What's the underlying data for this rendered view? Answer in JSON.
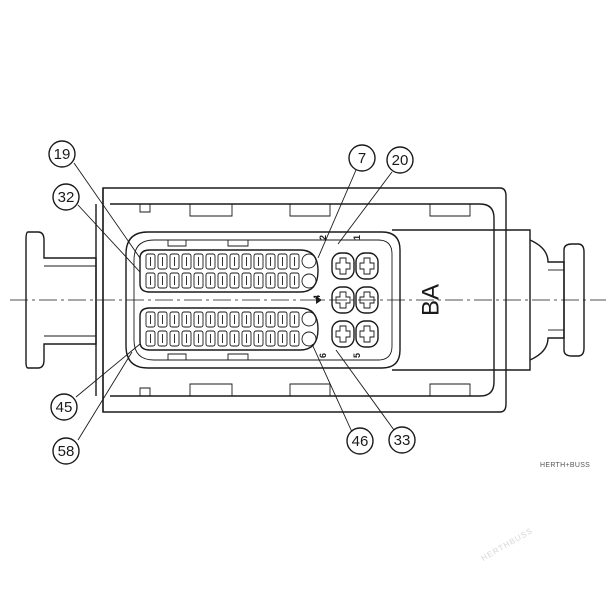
{
  "diagram": {
    "callouts": [
      {
        "id": "c19",
        "label": "19"
      },
      {
        "id": "c32",
        "label": "32"
      },
      {
        "id": "c7",
        "label": "7"
      },
      {
        "id": "c20",
        "label": "20"
      },
      {
        "id": "c45",
        "label": "45"
      },
      {
        "id": "c58",
        "label": "58"
      },
      {
        "id": "c46",
        "label": "46"
      },
      {
        "id": "c33",
        "label": "33"
      }
    ],
    "small_labels": {
      "top_left": "2",
      "top_right": "1",
      "mid": "4",
      "bottom_left": "6",
      "bottom_right": "5"
    },
    "connector_marking": "BA",
    "brand": "HERTH+BUSS",
    "watermark": "HERTHBUSS"
  }
}
